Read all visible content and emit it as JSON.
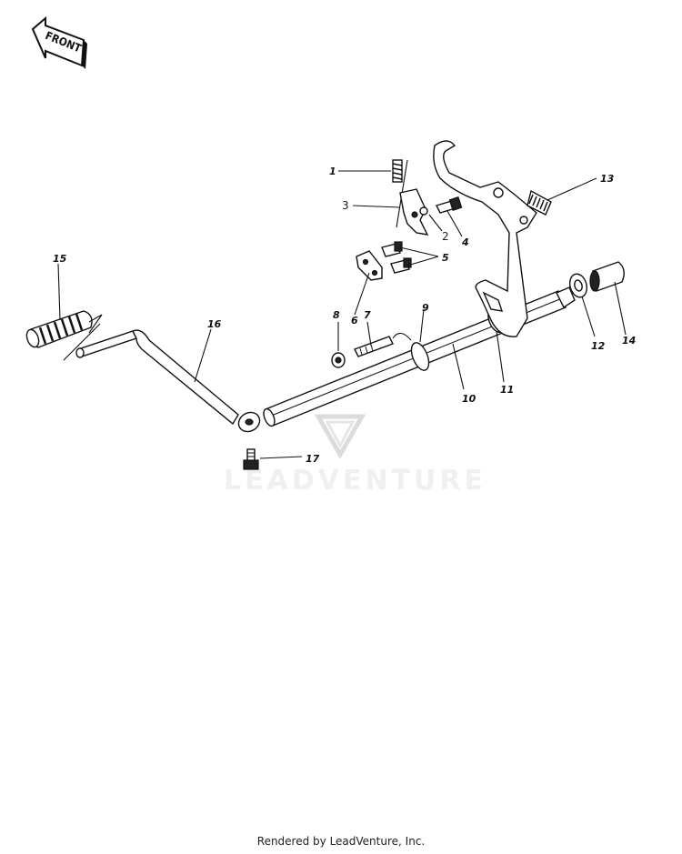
{
  "front_arrow": {
    "label": "FRONT"
  },
  "callouts": [
    {
      "id": "c1",
      "label": "1"
    },
    {
      "id": "c2",
      "label": "2"
    },
    {
      "id": "c3",
      "label": "3"
    },
    {
      "id": "c4",
      "label": "4"
    },
    {
      "id": "c5",
      "label": "5"
    },
    {
      "id": "c6",
      "label": "6"
    },
    {
      "id": "c7",
      "label": "7"
    },
    {
      "id": "c8",
      "label": "8"
    },
    {
      "id": "c9",
      "label": "9"
    },
    {
      "id": "c10",
      "label": "10"
    },
    {
      "id": "c11",
      "label": "11"
    },
    {
      "id": "c12",
      "label": "12"
    },
    {
      "id": "c13",
      "label": "13"
    },
    {
      "id": "c14",
      "label": "14"
    },
    {
      "id": "c15",
      "label": "15"
    },
    {
      "id": "c16",
      "label": "16"
    },
    {
      "id": "c17",
      "label": "17"
    }
  ],
  "watermark": {
    "text": "LEADVENTURE"
  },
  "footer": {
    "text": "Rendered by LeadVenture, Inc."
  }
}
